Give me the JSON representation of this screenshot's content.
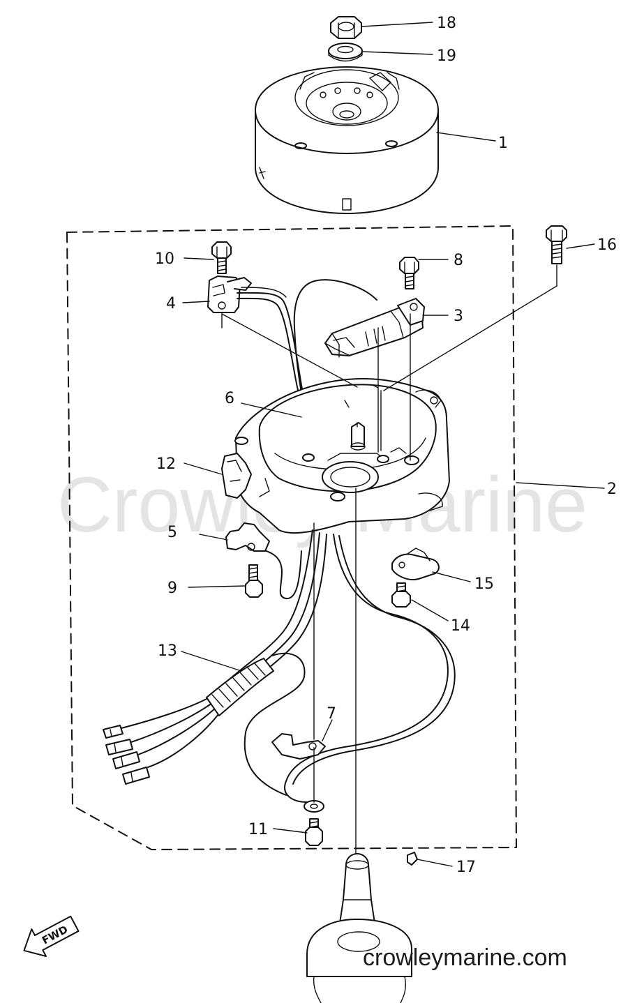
{
  "watermark": {
    "text": "Crowley Marine",
    "url": "crowleymarine.com"
  },
  "direction_marker": {
    "text": "FWD"
  },
  "callouts": [
    "1",
    "2",
    "3",
    "4",
    "5",
    "6",
    "7",
    "8",
    "9",
    "10",
    "11",
    "12",
    "13",
    "14",
    "15",
    "16",
    "17",
    "18",
    "19"
  ]
}
